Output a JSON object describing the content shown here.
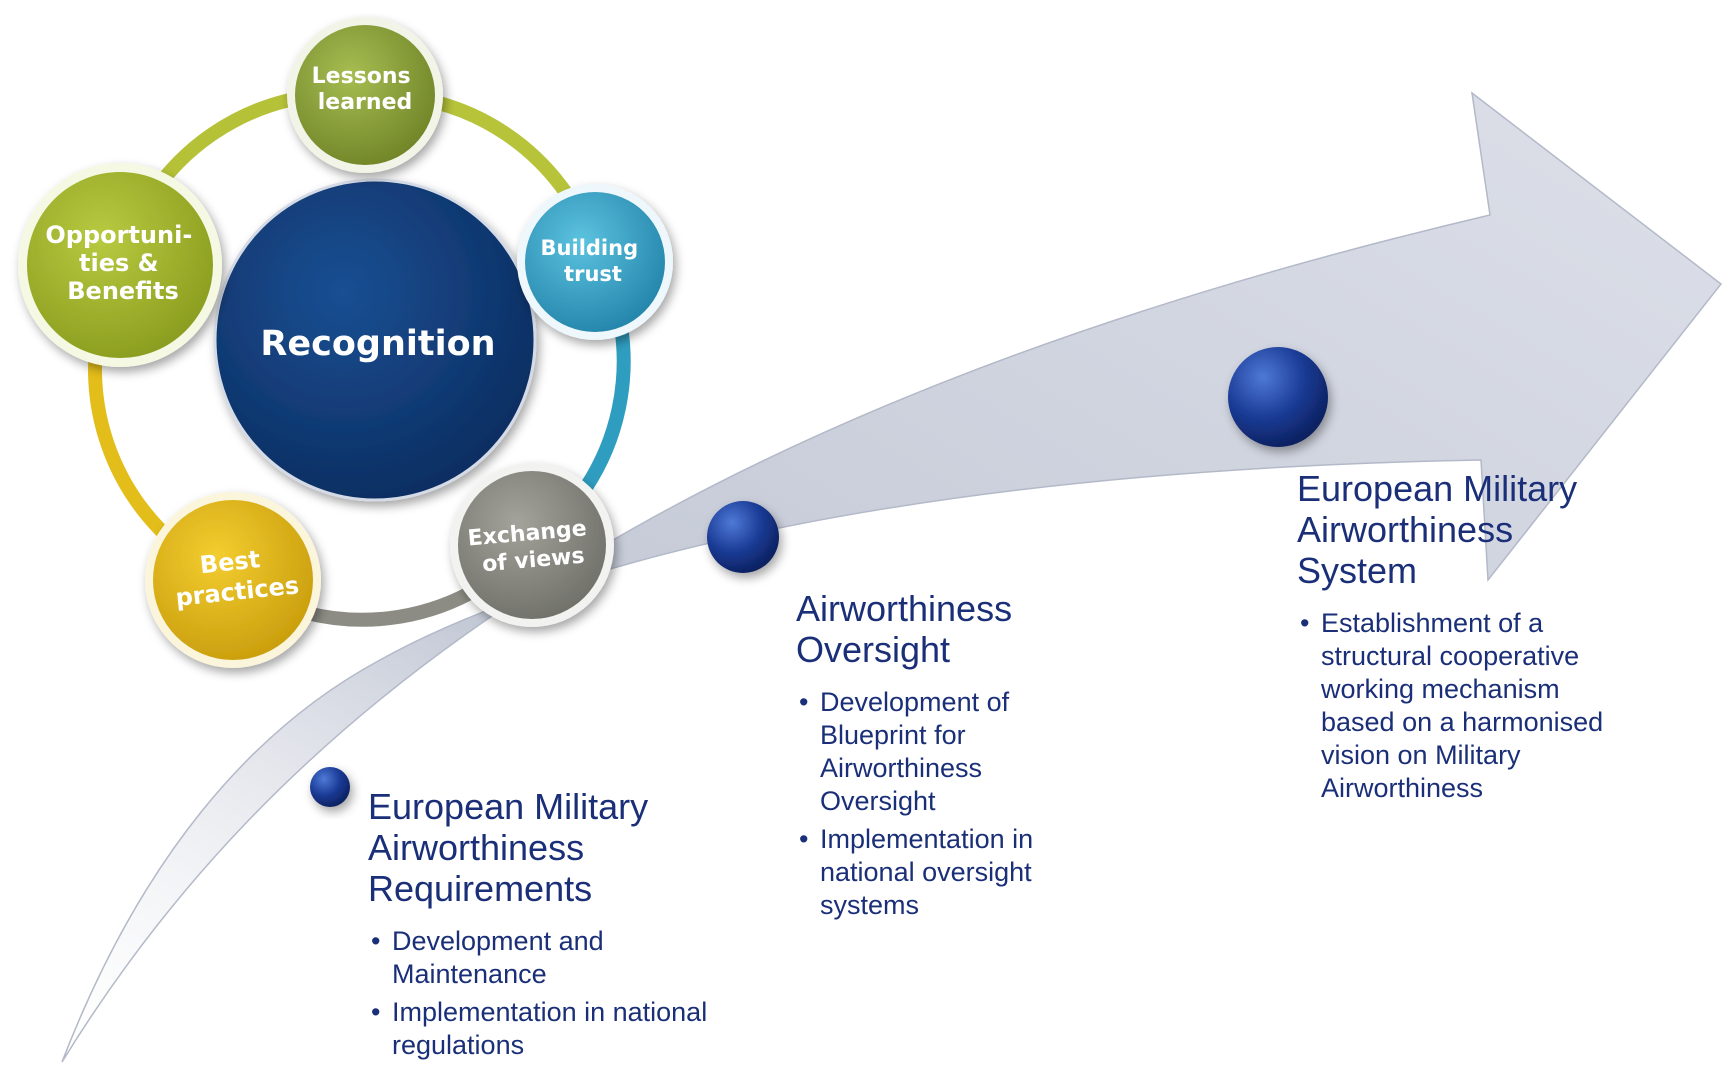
{
  "center": {
    "label": "Recognition"
  },
  "satellites": [
    {
      "id": "lessons",
      "lines": [
        "Lessons",
        "learned"
      ],
      "color": "#8aa13a"
    },
    {
      "id": "trust",
      "lines": [
        "Building",
        "trust"
      ],
      "color": "#33a6c8"
    },
    {
      "id": "exchange",
      "lines": [
        "Exchange",
        "of views"
      ],
      "color": "#8a8a82"
    },
    {
      "id": "best",
      "lines": [
        "Best",
        "practices"
      ],
      "color": "#e2b814"
    },
    {
      "id": "opportunities",
      "lines": [
        "Opportuni-",
        "ties &",
        "Benefits"
      ],
      "color": "#a3b52c"
    }
  ],
  "stages": [
    {
      "title_lines": [
        "European Military",
        "Airworthiness",
        "Requirements"
      ],
      "bullets": [
        "Development and Maintenance",
        "Implementation in national regulations"
      ]
    },
    {
      "title_lines": [
        "Airworthiness",
        "Oversight"
      ],
      "bullets": [
        "Development of Blueprint for Airworthiness Oversight",
        "Implementation in national oversight systems"
      ]
    },
    {
      "title_lines": [
        "European Military",
        "Airworthiness",
        "System"
      ],
      "bullets": [
        "Establishment of a structural cooperative working mechanism based on a harmonised vision on Military Airworthiness"
      ]
    }
  ],
  "colors": {
    "text": "#1a2f78",
    "recognition": "#0f3a78",
    "arrow": "#c7ccd8",
    "dot": "#1a3b95"
  }
}
